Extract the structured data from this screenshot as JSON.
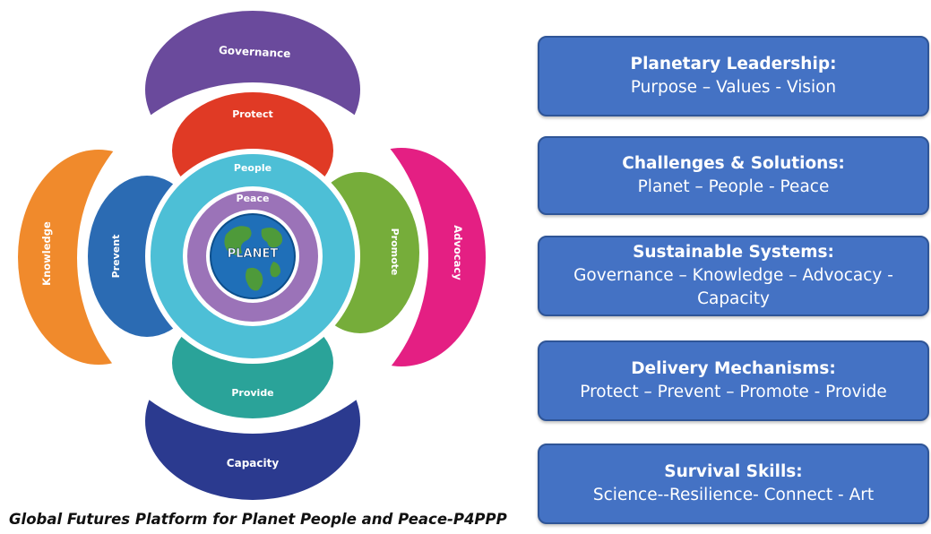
{
  "diagram": {
    "outer_petals": {
      "top": "Governance",
      "left": "Knowledge",
      "right": "Advocacy",
      "bottom": "Capacity"
    },
    "inner_petals": {
      "top": "Protect",
      "left": "Prevent",
      "right": "Promote",
      "bottom": "Provide"
    },
    "rings": {
      "outer": "People",
      "middle": "Peace",
      "center": "PLANET"
    },
    "colors": {
      "governance": "#6a4a9c",
      "knowledge": "#f08a2c",
      "advocacy": "#e41f83",
      "capacity": "#2b3a8f",
      "protect": "#e03a25",
      "prevent": "#2b6bb3",
      "promote": "#76ad3a",
      "provide": "#2aa399",
      "people_ring": "#4dbfd6",
      "peace_ring": "#9b73b8"
    }
  },
  "caption": "Global Futures Platform for Planet People and Peace-P4PPP",
  "boxes": [
    {
      "title": "Planetary Leadership:",
      "subtitle": "Purpose – Values - Vision"
    },
    {
      "title": "Challenges & Solutions:",
      "subtitle": "Planet – People - Peace"
    },
    {
      "title": "Sustainable Systems:",
      "subtitle": "Governance – Knowledge – Advocacy - Capacity"
    },
    {
      "title": "Delivery Mechanisms:",
      "subtitle": "Protect – Prevent – Promote - Provide"
    },
    {
      "title": "Survival Skills:",
      "subtitle": "Science--Resilience- Connect - Art"
    }
  ]
}
